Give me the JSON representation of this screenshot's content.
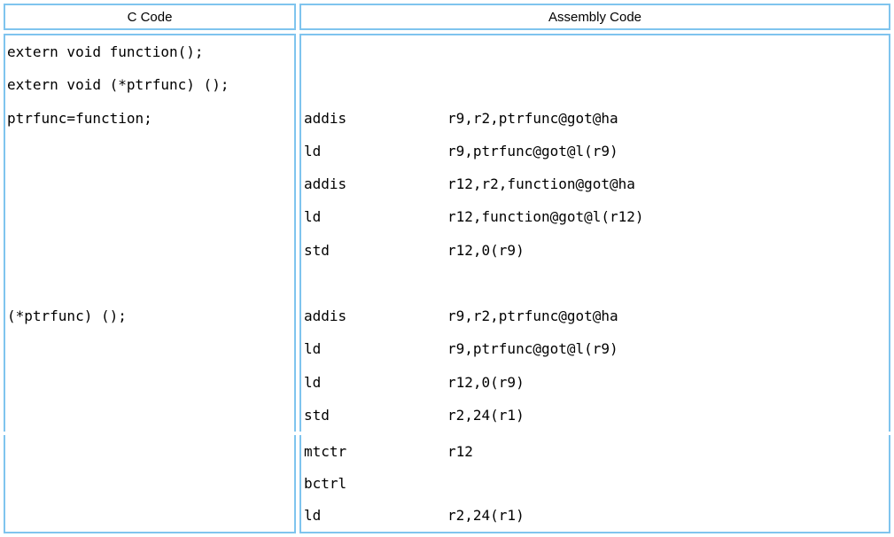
{
  "headers": {
    "c": "C Code",
    "assembly": "Assembly Code"
  },
  "colors": {
    "border": "#7fc4ee",
    "text": "#000000",
    "background": "#ffffff"
  },
  "main_section": {
    "lines": [
      {
        "c": "extern void function();",
        "mn": "",
        "op": ""
      },
      {
        "c": "extern void (*ptrfunc) ();",
        "mn": "",
        "op": ""
      },
      {
        "c": "ptrfunc=function;",
        "mn": "addis",
        "op": "r9,r2,ptrfunc@got@ha"
      },
      {
        "c": "",
        "mn": "ld",
        "op": "r9,ptrfunc@got@l(r9)"
      },
      {
        "c": "",
        "mn": "addis",
        "op": "r12,r2,function@got@ha"
      },
      {
        "c": "",
        "mn": "ld",
        "op": "r12,function@got@l(r12)"
      },
      {
        "c": "",
        "mn": "std",
        "op": "r12,0(r9)"
      },
      {
        "c": "",
        "mn": "",
        "op": ""
      },
      {
        "c": "(*ptrfunc) ();",
        "mn": "addis",
        "op": "r9,r2,ptrfunc@got@ha"
      },
      {
        "c": "",
        "mn": "ld",
        "op": "r9,ptrfunc@got@l(r9)"
      },
      {
        "c": "",
        "mn": "ld",
        "op": "r12,0(r9)"
      },
      {
        "c": "",
        "mn": "std",
        "op": "r2,24(r1)"
      }
    ]
  },
  "tail_section": {
    "lines": [
      {
        "c": "",
        "mn": "mtctr",
        "op": "r12"
      },
      {
        "c": "",
        "mn": "bctrl",
        "op": ""
      },
      {
        "c": "",
        "mn": "ld",
        "op": "r2,24(r1)"
      }
    ]
  }
}
